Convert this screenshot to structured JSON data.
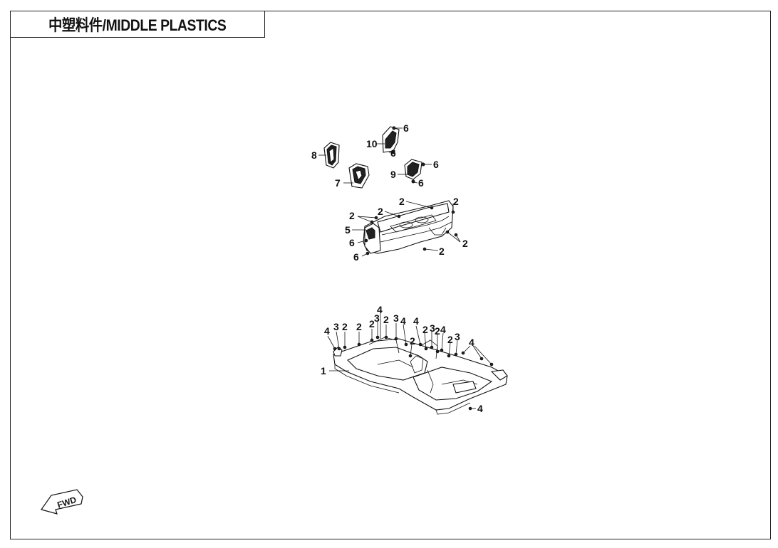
{
  "title": "中塑料件/MIDDLE PLASTICS",
  "fwd_label": "FWD",
  "callouts": {
    "c10": "10",
    "c6a": "6",
    "c6b": "6",
    "c8": "8",
    "c7": "7",
    "c9": "9",
    "c6c": "6",
    "c6d": "6",
    "c2a": "2",
    "c2b": "2",
    "c2c": "2",
    "c2d": "2",
    "c2e": "2",
    "c2f": "2",
    "c5": "5",
    "c6e": "6",
    "c6f": "6",
    "t4a": "4",
    "t3a": "3",
    "t2a": "2",
    "t2b": "2",
    "t4b": "4",
    "t3b": "3",
    "t2c": "2",
    "t2d": "2",
    "t3c": "3",
    "t4c": "4",
    "t4d": "4",
    "t2e": "2",
    "t2f": "2",
    "t3d": "3",
    "t2g": "2",
    "t4e": "4",
    "t2h": "2",
    "t3e": "3",
    "t4f": "4",
    "c1": "1",
    "c4g": "4"
  }
}
